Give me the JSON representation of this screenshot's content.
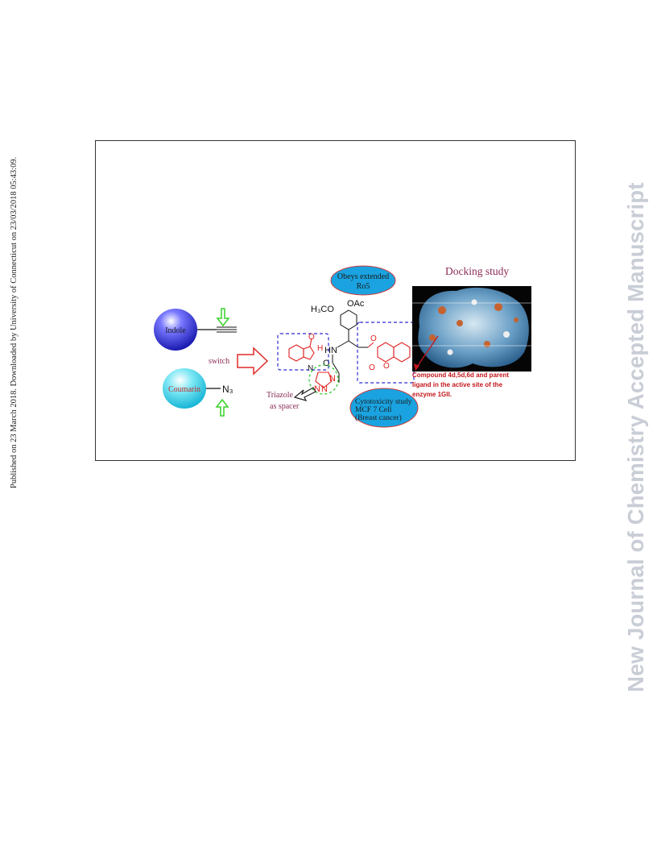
{
  "side_notes": {
    "published": "Published on 23 March 2018. Downloaded by University of Connecticut on 23/03/2018 05:43:09.",
    "journal": "New Journal of Chemistry Accepted Manuscript"
  },
  "graphic": {
    "indole": "Indole",
    "coumarin": "Coumarin",
    "switch": "switch",
    "triazole_1": "Triazole",
    "triazole_2": "as spacer",
    "ro5_1": "Obeys extended",
    "ro5_2": "Ro5",
    "cyto_1": "Cytotoxicity study",
    "cyto_2": "MCF 7 Cell",
    "cyto_3": "(Breast cancer)",
    "docking": "Docking study",
    "caption_1": "Compound 4d,5d,6d and parent",
    "caption_2": "ligand in the active site of the",
    "caption_3": "enzyme 1GII.",
    "h3co": "H₃CO",
    "oac": "OAc",
    "hn": "HN",
    "n3": "N₃",
    "h": "H",
    "n": "N",
    "o": "O"
  },
  "colors": {
    "indole_sphere": "#2b2bd8",
    "coumarin_sphere": "#27c9e6",
    "arrow_green": "#39d12a",
    "arrow_red": "#e02a2a",
    "label_purple": "#8a2c56",
    "bubble_blue": "#1aa3e0",
    "bubble_outline": "#d03a3a",
    "dash_box": "#2b2bd0",
    "dash_circle": "#2ec82e",
    "structure_red": "#e02020",
    "caption_red": "#c4161c",
    "watermark": "#c9cdd6"
  },
  "icons": [
    "indole-sphere",
    "coumarin-sphere",
    "alkyne-bond",
    "down-arrow",
    "up-arrow",
    "switch-arrow",
    "pointer-arrow",
    "protein-surface"
  ]
}
